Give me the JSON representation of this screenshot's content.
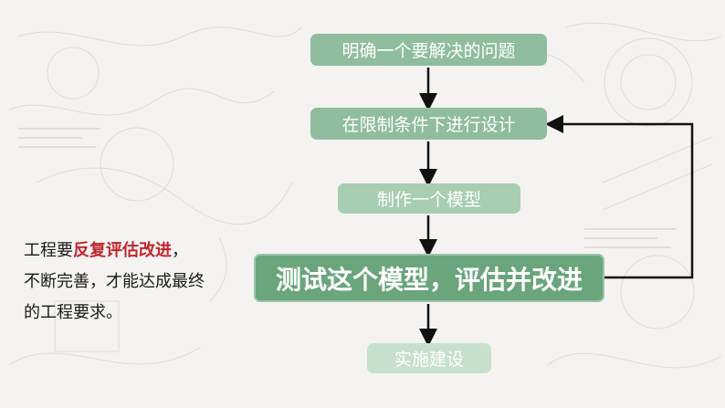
{
  "flow": {
    "step1": "明确一个要解决的问题",
    "step2": "在限制条件下进行设计",
    "step3": "制作一个模型",
    "step4": "测试这个模型，评估并改进",
    "step5": "实施建设"
  },
  "note": {
    "prefix": "工程要",
    "highlight": "反复评估改进",
    "suffix": "，",
    "line2": "不断完善，才能达成最终",
    "line3": "的工程要求。"
  },
  "colors": {
    "highlight": "#c0262d",
    "node_primary": "#8fbd9e",
    "node_active": "#6aa57c"
  }
}
